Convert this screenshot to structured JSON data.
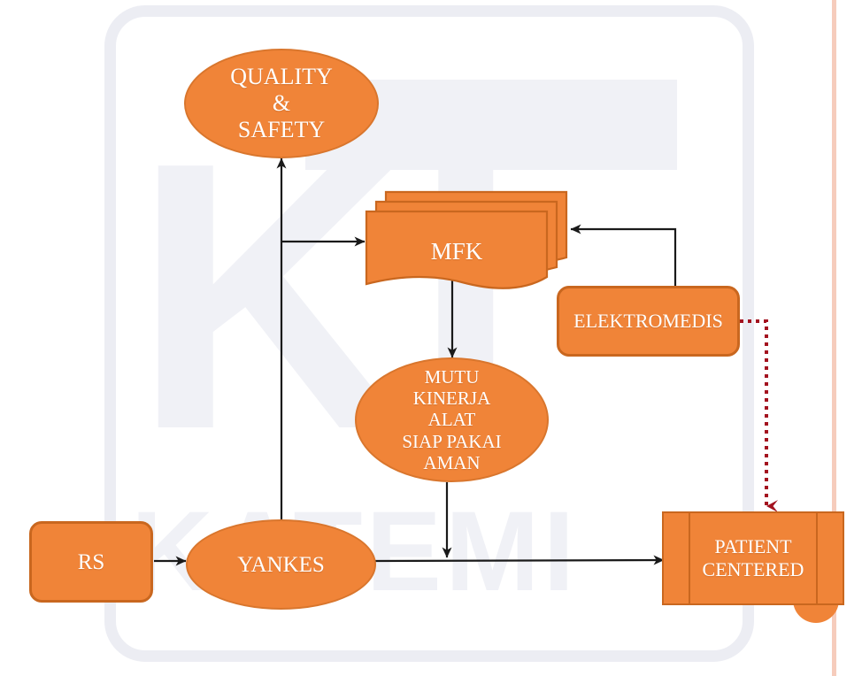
{
  "diagram": {
    "title": "MFK / Elektromedis patient-centered quality flow",
    "background": {
      "watermark_letters": "KI",
      "watermark_word": "KATEMI",
      "frame_color": "#ecedf3",
      "right_rule_color": "#f6ccbc"
    },
    "palette": {
      "node_fill": "#f08438",
      "node_border": "#c9671f",
      "node_text": "#ffffff",
      "connector": "#1a1a1a",
      "dotted_connector": "#a3121f"
    },
    "nodes": [
      {
        "id": "quality_safety",
        "shape": "ellipse",
        "label": "QUALITY\n&\nSAFETY"
      },
      {
        "id": "mfk",
        "shape": "multi-document",
        "label": "MFK"
      },
      {
        "id": "elektromedis",
        "shape": "rounded-rectangle",
        "label": "ELEKTROMEDIS"
      },
      {
        "id": "mutu",
        "shape": "ellipse",
        "label": "MUTU\nKINERJA\nALAT\nSIAP PAKAI\nAMAN"
      },
      {
        "id": "rs",
        "shape": "rounded-rectangle",
        "label": "RS"
      },
      {
        "id": "yankes",
        "shape": "ellipse",
        "label": "YANKES"
      },
      {
        "id": "patient_centered",
        "shape": "predefined-process",
        "label": "PATIENT\nCENTERED"
      }
    ],
    "connectors": [
      {
        "id": "yankes-to-quality",
        "from": "yankes",
        "to": "quality_safety",
        "style": "solid",
        "arrow": "end"
      },
      {
        "id": "yankes-to-mfk",
        "from": "yankes",
        "to": "mfk",
        "style": "solid",
        "arrow": "end"
      },
      {
        "id": "elektromedis-to-mfk",
        "from": "elektromedis",
        "to": "mfk",
        "style": "solid",
        "arrow": "end"
      },
      {
        "id": "mfk-to-mutu",
        "from": "mfk",
        "to": "mutu",
        "style": "solid",
        "arrow": "end"
      },
      {
        "id": "mutu-to-flow",
        "from": "mutu",
        "to": "yankes-patient-flow",
        "style": "solid",
        "arrow": "end"
      },
      {
        "id": "rs-to-yankes",
        "from": "rs",
        "to": "yankes",
        "style": "solid",
        "arrow": "end"
      },
      {
        "id": "yankes-to-patient",
        "from": "yankes",
        "to": "patient_centered",
        "style": "solid",
        "arrow": "end"
      },
      {
        "id": "elektromedis-to-patient",
        "from": "elektromedis",
        "to": "patient_centered",
        "style": "dotted",
        "arrow": "end"
      }
    ]
  }
}
